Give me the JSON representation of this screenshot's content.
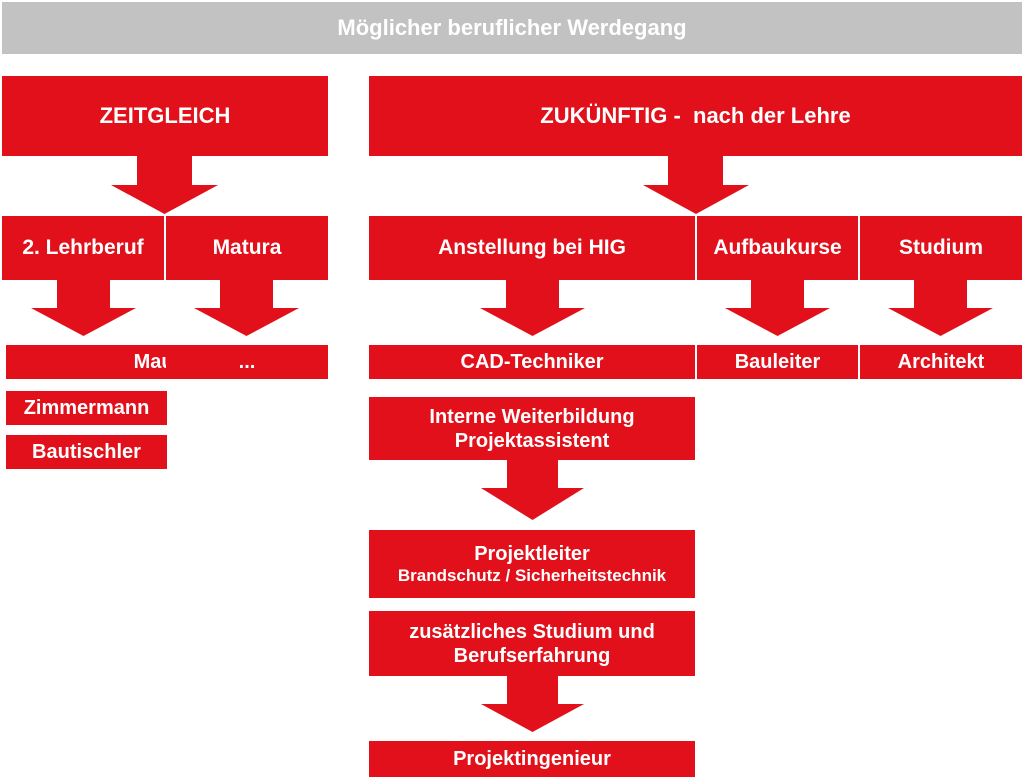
{
  "banner": {
    "title": "Möglicher beruflicher Werdegang"
  },
  "left": {
    "header": "ZEITGLEICH",
    "col1": {
      "label": "2. Lehrberuf",
      "items": [
        "Maurer",
        "Zimmermann",
        "Bautischler"
      ]
    },
    "col2": {
      "label": "Matura",
      "items": [
        "..."
      ]
    }
  },
  "right": {
    "header": "ZUKÜNFTIG -  nach der Lehre",
    "col1": {
      "label": "Anstellung bei HIG",
      "result": "CAD-Techniker",
      "steps": [
        {
          "line1": "Interne Weiterbildung",
          "line2": "Projektassistent"
        },
        {
          "line1": "Projektleiter",
          "line2": "Brandschutz / Sicherheitstechnik"
        },
        {
          "line1": "zusätzliches Studium und",
          "line2": "Berufserfahrung"
        },
        {
          "line1": "Projektingenieur"
        }
      ]
    },
    "col2": {
      "label": "Aufbaukurse",
      "result": "Bauleiter"
    },
    "col3": {
      "label": "Studium",
      "result": "Architekt"
    }
  },
  "colors": {
    "primary": "#e1101a",
    "banner": "#c2c2c2",
    "text": "#ffffff"
  }
}
